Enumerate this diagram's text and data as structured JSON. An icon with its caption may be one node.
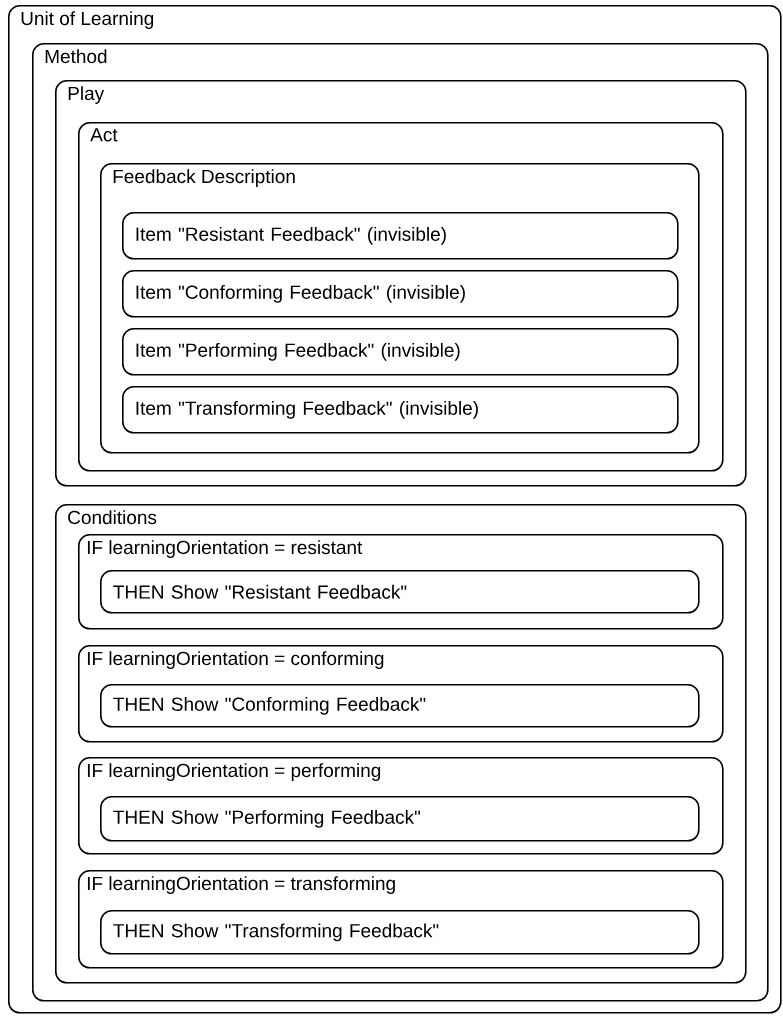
{
  "diagram": {
    "nodes": [
      {
        "text": [
          "Unit of Learning"
        ]
      },
      {
        "text": [
          "Method"
        ],
        "in": 0
      },
      {
        "text": [
          "Play"
        ],
        "in": 1
      },
      {
        "text": [
          "Act"
        ],
        "in": 2
      },
      {
        "text": [
          "Feedback Description"
        ],
        "in": 3
      },
      {
        "text": [
          "Item \"Resistant Feedback\" (invisible)"
        ],
        "in": 4
      },
      {
        "text": [
          "Item \"Conforming Feedback\" (invisible)"
        ],
        "in": 4
      },
      {
        "text": [
          "Item \"Performing Feedback\" (invisible)"
        ],
        "in": 4
      },
      {
        "text": [
          "Item \"Transforming Feedback\" (invisible)"
        ],
        "in": 4
      },
      {
        "text": [
          "Conditions"
        ],
        "in": 1
      },
      {
        "text": [
          "IF learningOrientation = resistant"
        ],
        "in": 9
      },
      {
        "text": [
          "THEN Show \"Resistant Feedback\""
        ],
        "in": 10
      },
      {
        "text": [
          "IF learningOrientation = conforming"
        ],
        "in": 9
      },
      {
        "text": [
          "THEN Show \"Conforming Feedback\""
        ],
        "in": 12
      },
      {
        "text": [
          "IF learningOrientation = performing"
        ],
        "in": 9
      },
      {
        "text": [
          "THEN Show \"Performing Feedback\""
        ],
        "in": 14
      },
      {
        "text": [
          "IF learningOrientation = transforming"
        ],
        "in": 9
      },
      {
        "text": [
          "THEN Show \"Transforming Feedback\""
        ],
        "in": 16
      }
    ]
  }
}
